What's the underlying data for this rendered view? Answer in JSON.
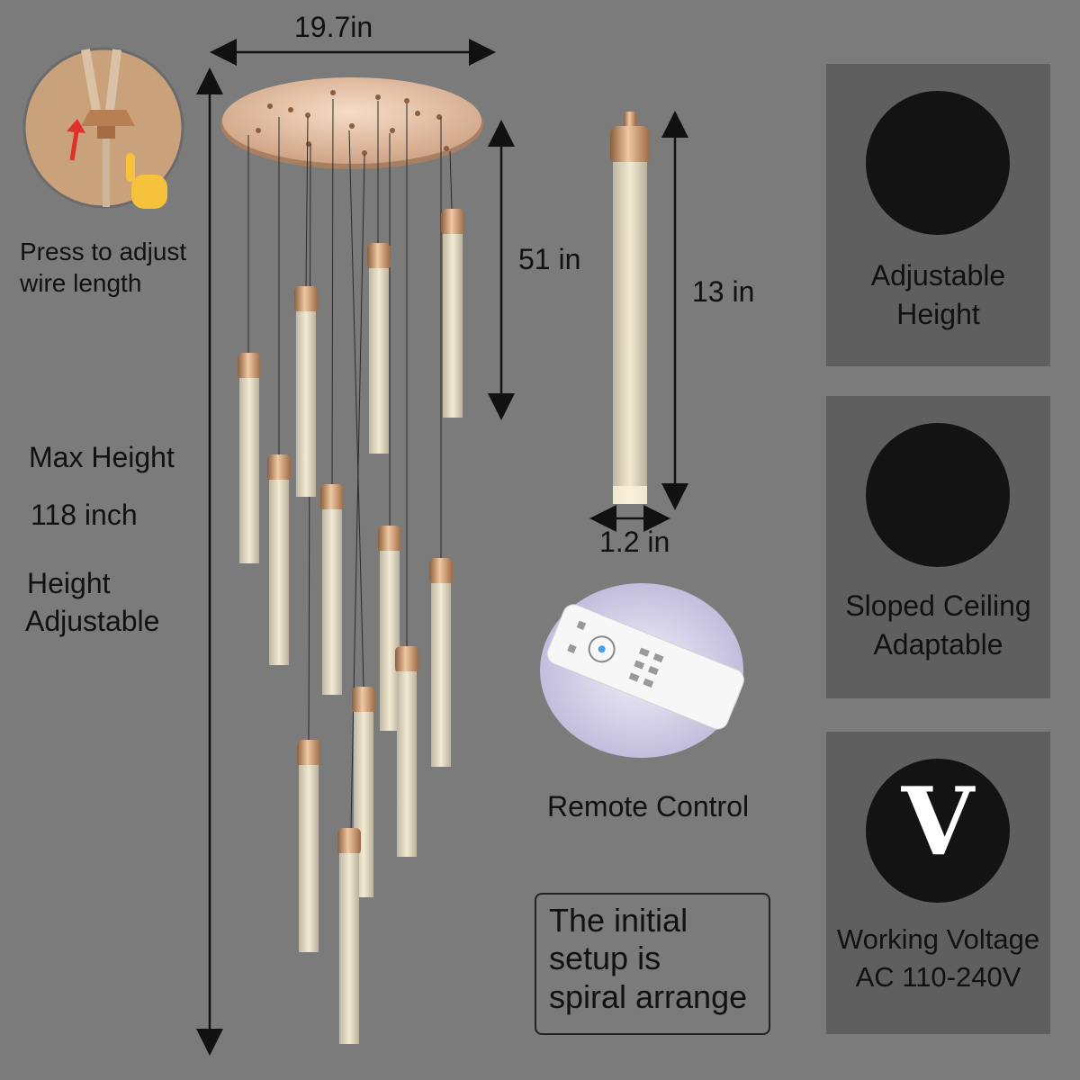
{
  "dimensions": {
    "canopy_width": "19.7in",
    "drop_length": "51 in",
    "tube_length": "13 in",
    "tube_width": "1.2 in"
  },
  "callout": {
    "press_text_line1": "Press to adjust",
    "press_text_line2": "wire length"
  },
  "left_specs": {
    "max_height_label": "Max Height",
    "max_height_value": "118 inch",
    "adjustable_line1": "Height",
    "adjustable_line2": "Adjustable"
  },
  "remote": {
    "label": "Remote Control"
  },
  "info_box": {
    "text": "The initial\nsetup is\nspiral arrange"
  },
  "features": [
    {
      "icon": "up-down-arrows-icon",
      "label": "Adjustable\nHeight"
    },
    {
      "icon": "sloped-ceiling-pendant-icon",
      "label": "Sloped Ceiling\nAdaptable"
    },
    {
      "icon": "voltage-v-icon",
      "icon_text": "V",
      "label": "Working Voltage\nAC 110-240V"
    }
  ],
  "colors": {
    "background": "#7b7b7b",
    "panel": "#5f5f5f",
    "icon_circle": "#131313",
    "gold": "#c89a6e"
  }
}
